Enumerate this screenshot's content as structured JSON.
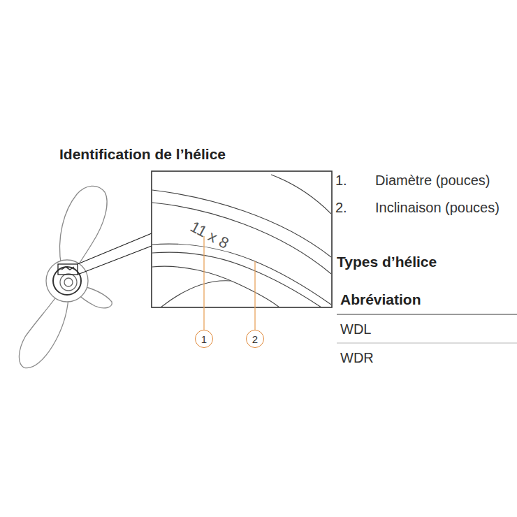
{
  "diagram": {
    "title": "Identification de l’hélice",
    "nodes": [
      {
        "text": [
          "1"
        ]
      },
      {
        "text": [
          "2"
        ]
      }
    ],
    "labels": [
      "11 x 8",
      "1.",
      "Diamètre (pouces)",
      "2.",
      "Inclinaison (pouces)",
      "Types d’hélice",
      "Abréviation",
      "WDL",
      "WDR"
    ]
  }
}
